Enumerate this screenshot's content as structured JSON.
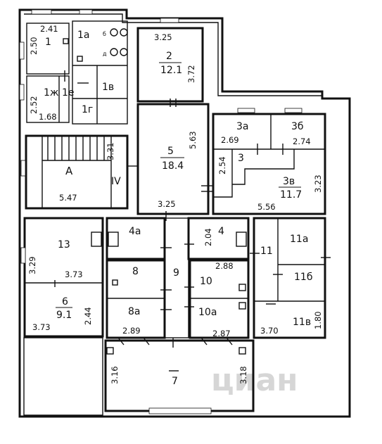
{
  "watermark": "циан",
  "rooms": [
    {
      "id": "r1",
      "label": "1",
      "area": "",
      "dims": [
        "2.41",
        "2.50"
      ]
    },
    {
      "id": "r1a",
      "label": "1а",
      "area": "",
      "dims": []
    },
    {
      "id": "r1zh",
      "label": "1ж",
      "area": "",
      "dims": [
        "2.52",
        "1.68"
      ]
    },
    {
      "id": "r1e",
      "label": "1е",
      "area": "",
      "dims": []
    },
    {
      "id": "r1v",
      "label": "1в",
      "area": "",
      "dims": []
    },
    {
      "id": "r1g",
      "label": "1г",
      "area": "",
      "dims": []
    },
    {
      "id": "r2",
      "label": "2",
      "area": "12.1",
      "dims": [
        "3.25",
        "3.72"
      ]
    },
    {
      "id": "r3a",
      "label": "3а",
      "area": "",
      "dims": [
        "2.69"
      ]
    },
    {
      "id": "r3b",
      "label": "3б",
      "area": "",
      "dims": [
        "2.74"
      ]
    },
    {
      "id": "r3",
      "label": "3",
      "area": "",
      "dims": [
        "2.54"
      ]
    },
    {
      "id": "r3v",
      "label": "3в",
      "area": "11.7",
      "dims": [
        "3.23",
        "5.56"
      ]
    },
    {
      "id": "rA",
      "label": "А",
      "area": "",
      "dims": [
        "3.31",
        "5.47"
      ]
    },
    {
      "id": "rIV",
      "label": "IV",
      "area": "",
      "dims": []
    },
    {
      "id": "r5",
      "label": "5",
      "area": "18.4",
      "dims": [
        "5.63",
        "3.25"
      ]
    },
    {
      "id": "r13",
      "label": "13",
      "area": "",
      "dims": [
        "3.29",
        "3.73"
      ]
    },
    {
      "id": "r6",
      "label": "6",
      "area": "9.1",
      "dims": [
        "3.73",
        "2.44"
      ]
    },
    {
      "id": "r4a",
      "label": "4а",
      "area": "",
      "dims": []
    },
    {
      "id": "r4",
      "label": "4",
      "area": "",
      "dims": [
        "2.04",
        "2.88"
      ]
    },
    {
      "id": "r8",
      "label": "8",
      "area": "",
      "dims": []
    },
    {
      "id": "r9",
      "label": "9",
      "area": "",
      "dims": []
    },
    {
      "id": "r10",
      "label": "10",
      "area": "",
      "dims": []
    },
    {
      "id": "r8a",
      "label": "8а",
      "area": "",
      "dims": [
        "2.89"
      ]
    },
    {
      "id": "r10a",
      "label": "10а",
      "area": "",
      "dims": [
        "2.87"
      ]
    },
    {
      "id": "r11",
      "label": "11",
      "area": "",
      "dims": []
    },
    {
      "id": "r11a",
      "label": "11а",
      "area": "",
      "dims": []
    },
    {
      "id": "r11b",
      "label": "11б",
      "area": "",
      "dims": []
    },
    {
      "id": "r11v",
      "label": "11в",
      "area": "",
      "dims": [
        "3.70",
        "1.80"
      ]
    },
    {
      "id": "r7",
      "label": "7",
      "area": "",
      "dims": [
        "3.16",
        "3.18"
      ]
    }
  ],
  "fixtures": [
    "toilet-icon",
    "toilet-icon"
  ]
}
